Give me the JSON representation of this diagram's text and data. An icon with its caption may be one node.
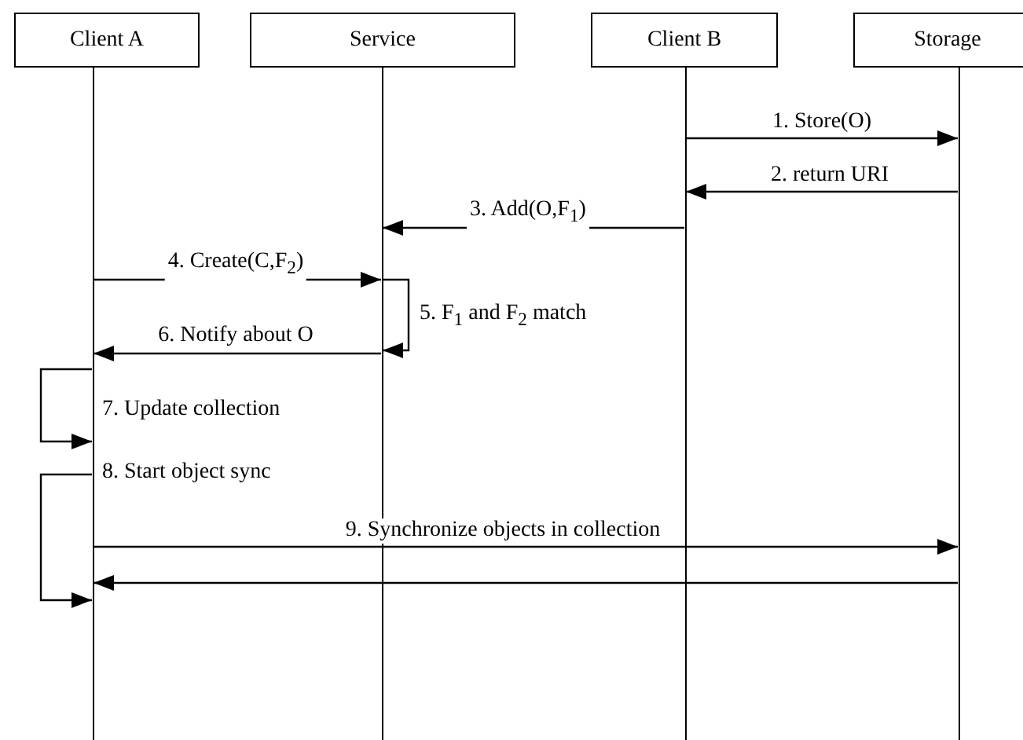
{
  "diagram": {
    "nodes": [
      {
        "text": [
          "Client A"
        ]
      },
      {
        "text": [
          "Service"
        ]
      },
      {
        "text": [
          "Client B"
        ]
      },
      {
        "text": [
          "Storage"
        ]
      },
      {
        "text": [],
        "shape": "bar"
      },
      {
        "text": [],
        "shape": "bar"
      },
      {
        "text": [],
        "shape": "bar"
      },
      {
        "text": [],
        "shape": "bar"
      }
    ],
    "edges": [
      {
        "from": 6,
        "to": 7,
        "arrow": "to",
        "label": "1. Store(O)"
      },
      {
        "from": 7,
        "to": 6,
        "arrow": "to",
        "label": "2. return URI"
      },
      {
        "from": 6,
        "to": 5,
        "arrow": "to",
        "label": "3. Add(O,F$_{1}$)"
      },
      {
        "from": 4,
        "to": 5,
        "arrow": "to",
        "label": "4. Create(C,F$_{2}$)"
      },
      {
        "from": 5,
        "to": 5,
        "arrow": "to",
        "label": "5. F$_{1}$ and F$_{2}$ match"
      },
      {
        "from": 5,
        "to": 4,
        "arrow": "to",
        "label": "6. Notify about O"
      },
      {
        "from": 4,
        "to": 4,
        "arrow": "to",
        "label": "7. Update collection"
      },
      {
        "from": 4,
        "to": 4,
        "arrow": "to",
        "label": "8. Start object sync"
      },
      {
        "from": 4,
        "to": 7,
        "arrow": "to",
        "label": "9. Synchronize objects in collection"
      },
      {
        "from": 7,
        "to": 4,
        "arrow": "to"
      }
    ]
  }
}
